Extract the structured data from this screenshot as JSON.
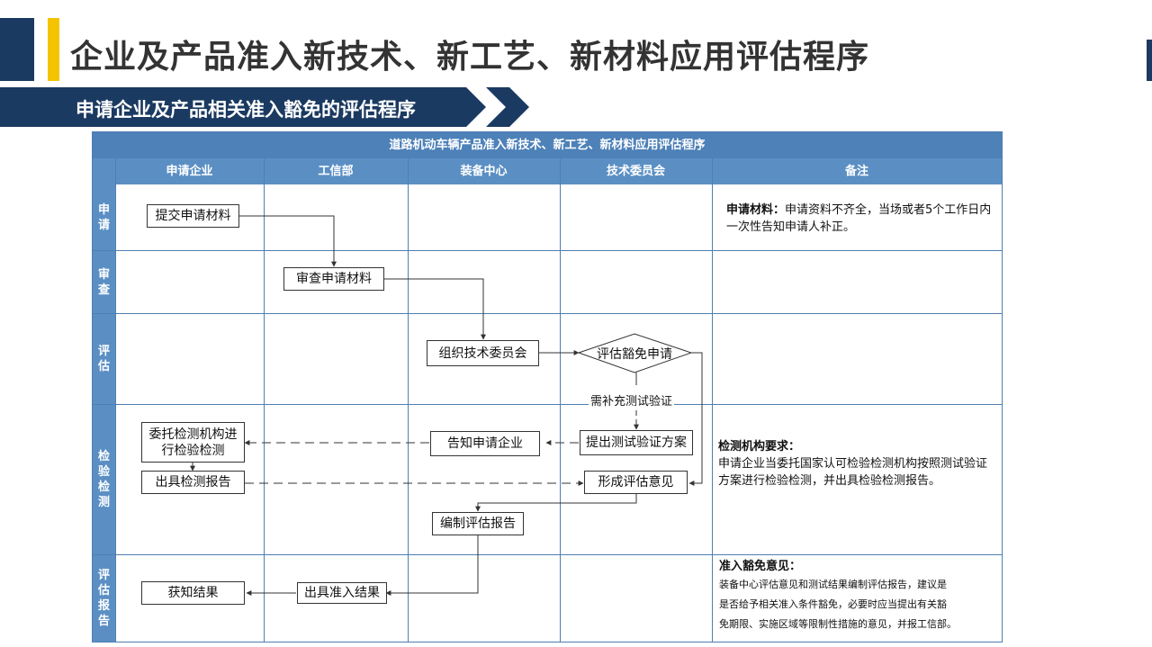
{
  "page": {
    "title": "企业及产品准入新技术、新工艺、新材料应用评估程序",
    "subtitle": "申请企业及产品相关准入豁免的评估程序"
  },
  "table": {
    "title": "道路机动车辆产品准入新技术、新工艺、新材料应用评估程序",
    "columns": [
      "申请企业",
      "工信部",
      "装备中心",
      "技术委员会",
      "备注"
    ],
    "rows": [
      "申请",
      "审查",
      "评估",
      "检验检测",
      "评估报告"
    ]
  },
  "nodes": {
    "submit": "提交申请材料",
    "review": "审查申请材料",
    "organize": "组织技术委员会",
    "evaluate": "评估豁免申请",
    "test_plan": "提出测试验证方案",
    "notify": "告知申请企业",
    "entrust": "委托检测机构进行检验检测",
    "report_test": "出具检测报告",
    "opinion": "形成评估意见",
    "compile": "编制评估报告",
    "result": "出具准入结果",
    "obtain": "获知结果"
  },
  "edge_labels": {
    "need_test": "需补充测试验证"
  },
  "notes": {
    "apply_title": "申请材料：",
    "apply_text": "申请资料不齐全，当场或者5个工作日内一次性告知申请人补正。",
    "test_title": "检测机构要求：",
    "test_text": "申请企业当委托国家认可检验检测机构按照测试验证方案进行检验检测，并出具检验检测报告。",
    "report_title": "准入豁免意见：",
    "report_lines": [
      "装备中心评估意见和测试结果编制评估报告，建议是",
      "是否给予相关准入条件豁免，必要时应当提出有关豁",
      "免期限、实施区域等限制性措施的意见，并报工信部。"
    ]
  },
  "colors": {
    "navy": "#1b3a61",
    "accent_yellow": "#f5c400",
    "header_blue": "#4d81b8",
    "column_blue": "#5b8fc4"
  }
}
